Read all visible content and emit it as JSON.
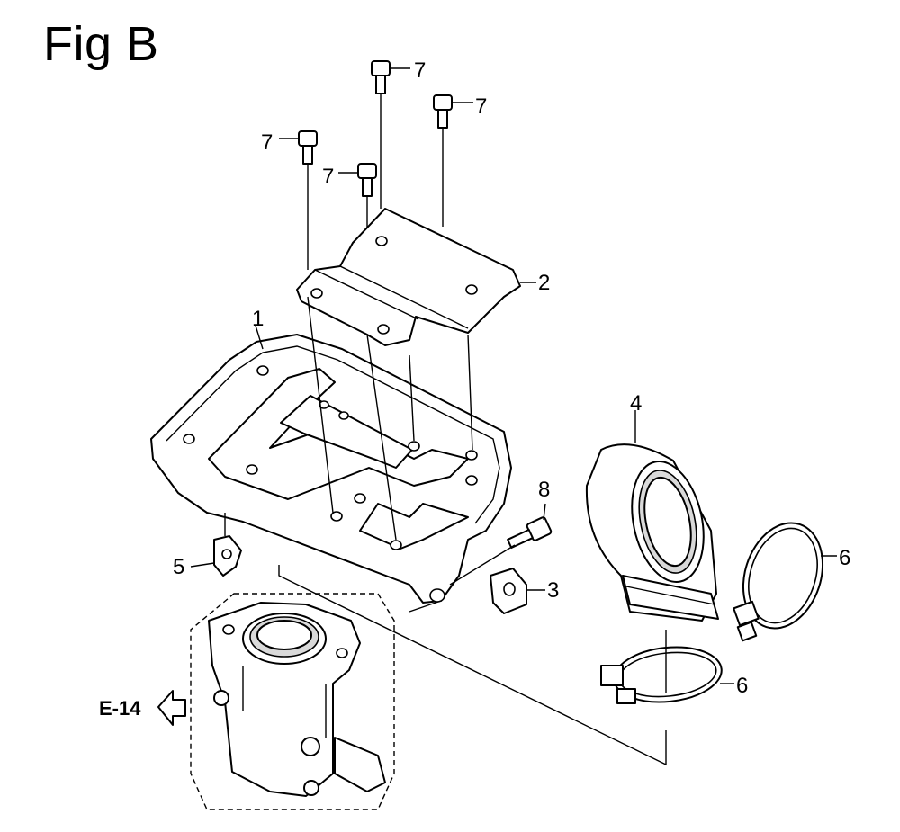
{
  "figure": {
    "title": "Fig B"
  },
  "callouts": [
    {
      "id": "c1",
      "label": "1"
    },
    {
      "id": "c2",
      "label": "2"
    },
    {
      "id": "c3",
      "label": "3"
    },
    {
      "id": "c4",
      "label": "4"
    },
    {
      "id": "c5",
      "label": "5"
    },
    {
      "id": "c6a",
      "label": "6"
    },
    {
      "id": "c6b",
      "label": "6"
    },
    {
      "id": "c7a",
      "label": "7"
    },
    {
      "id": "c7b",
      "label": "7"
    },
    {
      "id": "c7c",
      "label": "7"
    },
    {
      "id": "c7d",
      "label": "7"
    },
    {
      "id": "c8",
      "label": "8"
    }
  ],
  "reference": {
    "label": "E-14"
  }
}
